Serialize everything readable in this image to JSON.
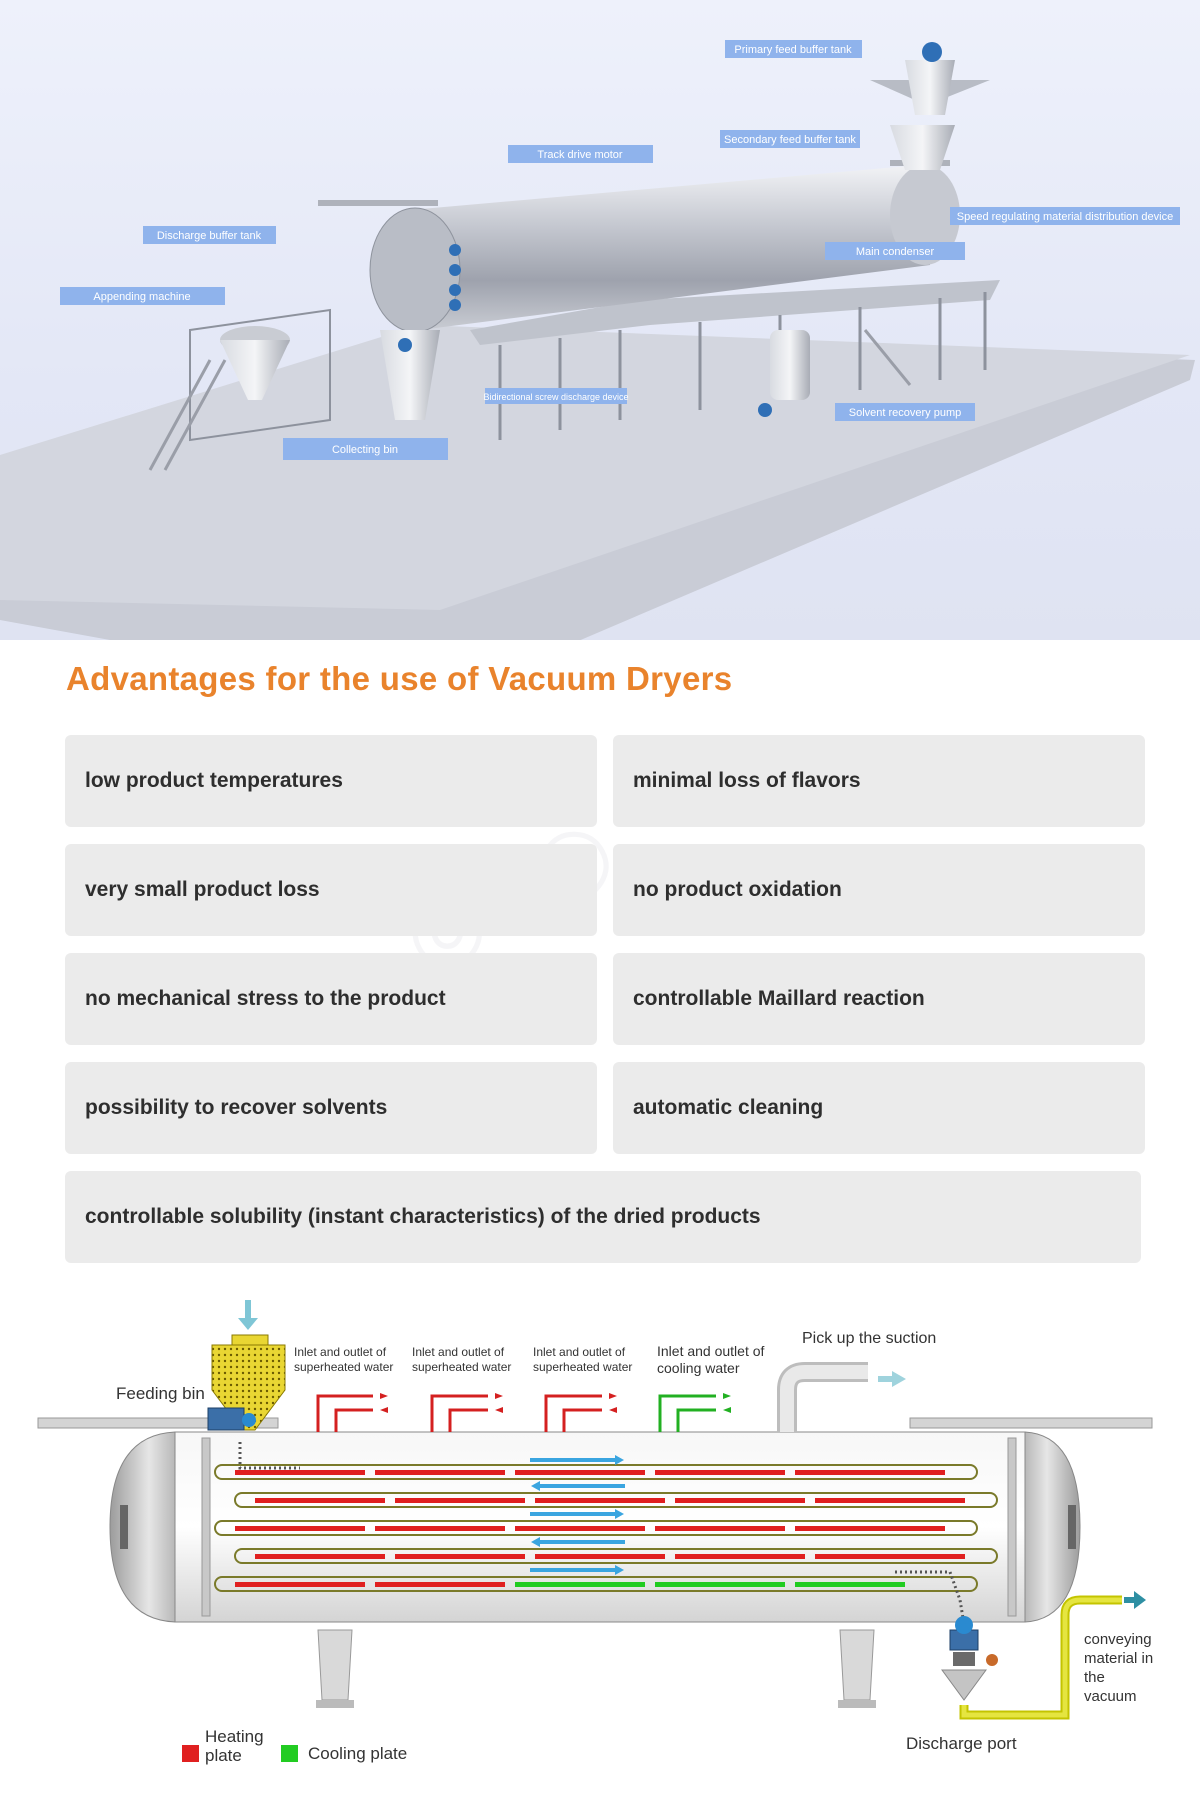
{
  "plant_callouts": {
    "primary_feed_buffer_tank": "Primary feed buffer tank",
    "secondary_feed_buffer_tank": "Secondary feed buffer tank",
    "track_drive_motor": "Track drive motor",
    "discharge_buffer_tank": "Discharge buffer tank",
    "speed_regulating_device": "Speed regulating material distribution device",
    "main_condenser": "Main condenser",
    "appending_machine": "Appending machine",
    "bidirectional_screw_discharge": "Bidirectional screw discharge device",
    "solvent_recovery_pump": "Solvent recovery pump",
    "collecting_bin": "Collecting bin"
  },
  "advantages": {
    "title": "Advantages for the use of Vacuum Dryers",
    "items": [
      "low product temperatures",
      "minimal loss of flavors",
      "very small product loss",
      "no product oxidation",
      "no mechanical stress to the product",
      "controllable Maillard reaction",
      "possibility to recover solvents",
      "automatic cleaning",
      "controllable solubility (instant characteristics) of the dried products"
    ]
  },
  "schematic": {
    "feeding_bin": "Feeding bin",
    "heat1_line1": "Inlet and outlet of",
    "heat1_line2": "superheated water",
    "heat2_line1": "Inlet and outlet of",
    "heat2_line2": "superheated water",
    "heat3_line1": "Inlet and outlet of",
    "heat3_line2": "superheated water",
    "cool_line1": "Inlet and outlet of",
    "cool_line2": "cooling water",
    "suction": "Pick up the suction",
    "convey_line1": "conveying",
    "convey_line2": "material in",
    "convey_line3": "the",
    "convey_line4": "vacuum",
    "discharge_port": "Discharge port",
    "legend_heating_1": "Heating",
    "legend_heating_2": "plate",
    "legend_cooling": "Cooling plate"
  },
  "colors": {
    "accent_orange": "#e9832c",
    "heating": "#e02020",
    "cooling": "#22cc22",
    "callout_blue": "#8fb3ec",
    "card_bg": "#ebebeb"
  }
}
